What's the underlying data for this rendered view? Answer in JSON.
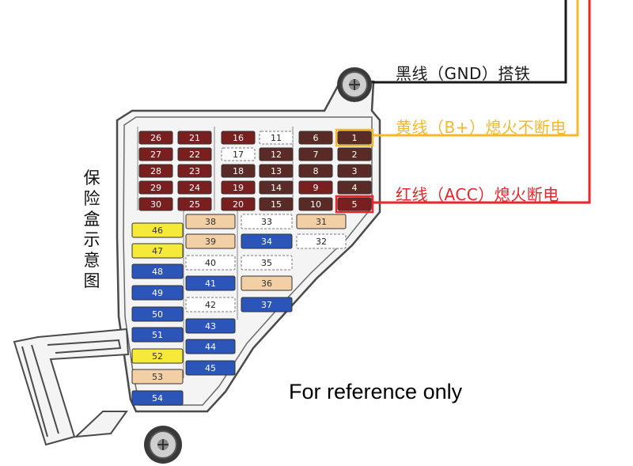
{
  "side_title": "保险盒示意图",
  "wires": {
    "gnd": {
      "label": "黑线（GND）搭铁",
      "color": "#1a1a1a"
    },
    "bplus": {
      "label": "黄线（B+）熄火不断电",
      "color": "#f5b82a"
    },
    "acc": {
      "label": "红线（ACC）熄火断电",
      "color": "#e8252a"
    }
  },
  "note": "For reference only",
  "fuse_colors": {
    "dark_red": "#7a1f1f",
    "brown": "#5a2a26",
    "white": "#ffffff",
    "tan": "#f3cfa6",
    "blue": "#2b55b8",
    "yellow": "#f5ea3a",
    "highlight": "#e8252a"
  },
  "fuses": [
    {
      "num": "26",
      "type": "dark_red"
    },
    {
      "num": "27",
      "type": "dark_red"
    },
    {
      "num": "28",
      "type": "dark_red"
    },
    {
      "num": "29",
      "type": "dark_red"
    },
    {
      "num": "30",
      "type": "dark_red"
    },
    {
      "num": "21",
      "type": "dark_red"
    },
    {
      "num": "22",
      "type": "dark_red"
    },
    {
      "num": "23",
      "type": "dark_red"
    },
    {
      "num": "24",
      "type": "dark_red"
    },
    {
      "num": "25",
      "type": "dark_red"
    },
    {
      "num": "16",
      "type": "dark_red"
    },
    {
      "num": "17",
      "type": "white"
    },
    {
      "num": "18",
      "type": "brown"
    },
    {
      "num": "19",
      "type": "dark_red"
    },
    {
      "num": "20",
      "type": "dark_red"
    },
    {
      "num": "11",
      "type": "white"
    },
    {
      "num": "12",
      "type": "brown"
    },
    {
      "num": "13",
      "type": "brown"
    },
    {
      "num": "14",
      "type": "brown"
    },
    {
      "num": "15",
      "type": "brown"
    },
    {
      "num": "6",
      "type": "brown"
    },
    {
      "num": "7",
      "type": "brown"
    },
    {
      "num": "8",
      "type": "brown"
    },
    {
      "num": "9",
      "type": "dark_red"
    },
    {
      "num": "10",
      "type": "brown"
    },
    {
      "num": "1",
      "type": "brown"
    },
    {
      "num": "2",
      "type": "brown"
    },
    {
      "num": "3",
      "type": "brown"
    },
    {
      "num": "4",
      "type": "brown"
    },
    {
      "num": "5",
      "type": "dark_red"
    },
    {
      "num": "38",
      "type": "tan"
    },
    {
      "num": "33",
      "type": "white"
    },
    {
      "num": "31",
      "type": "tan"
    },
    {
      "num": "39",
      "type": "tan"
    },
    {
      "num": "34",
      "type": "blue"
    },
    {
      "num": "32",
      "type": "white"
    },
    {
      "num": "40",
      "type": "white"
    },
    {
      "num": "35",
      "type": "white"
    },
    {
      "num": "41",
      "type": "blue"
    },
    {
      "num": "36",
      "type": "tan"
    },
    {
      "num": "42",
      "type": "white"
    },
    {
      "num": "37",
      "type": "blue"
    },
    {
      "num": "43",
      "type": "blue"
    },
    {
      "num": "44",
      "type": "blue"
    },
    {
      "num": "45",
      "type": "blue"
    },
    {
      "num": "46",
      "type": "yellow"
    },
    {
      "num": "47",
      "type": "yellow"
    },
    {
      "num": "48",
      "type": "blue"
    },
    {
      "num": "49",
      "type": "blue"
    },
    {
      "num": "50",
      "type": "blue"
    },
    {
      "num": "51",
      "type": "blue"
    },
    {
      "num": "52",
      "type": "yellow"
    },
    {
      "num": "53",
      "type": "tan"
    },
    {
      "num": "54",
      "type": "blue"
    }
  ]
}
